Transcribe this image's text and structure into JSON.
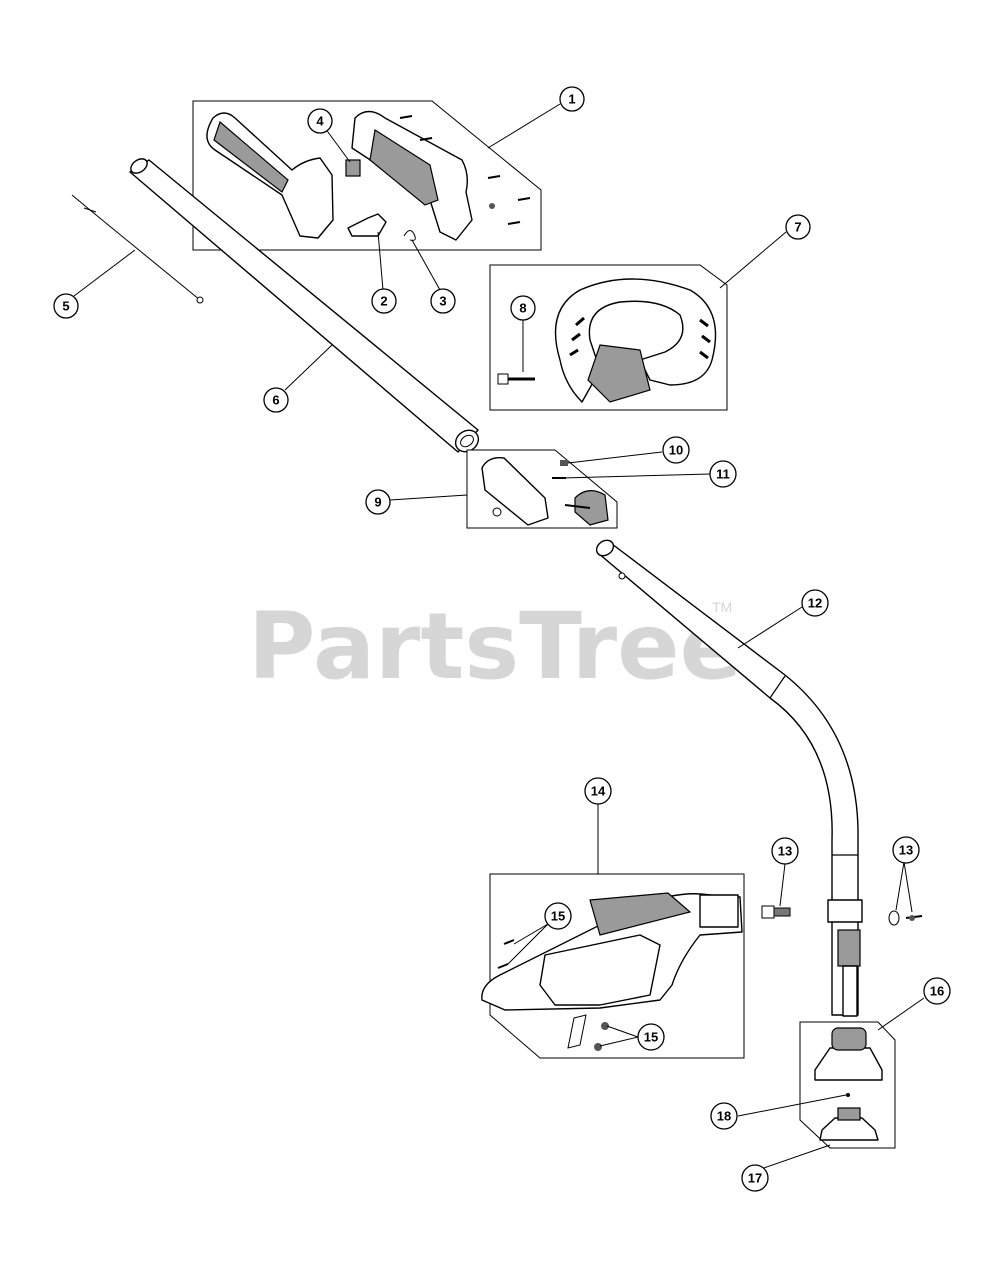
{
  "watermark": {
    "text": "PartsTree",
    "tm": "TM"
  },
  "callouts": [
    "1",
    "2",
    "3",
    "4",
    "5",
    "6",
    "7",
    "8",
    "9",
    "10",
    "11",
    "12",
    "13",
    "13",
    "14",
    "15",
    "15",
    "16",
    "17",
    "18"
  ]
}
